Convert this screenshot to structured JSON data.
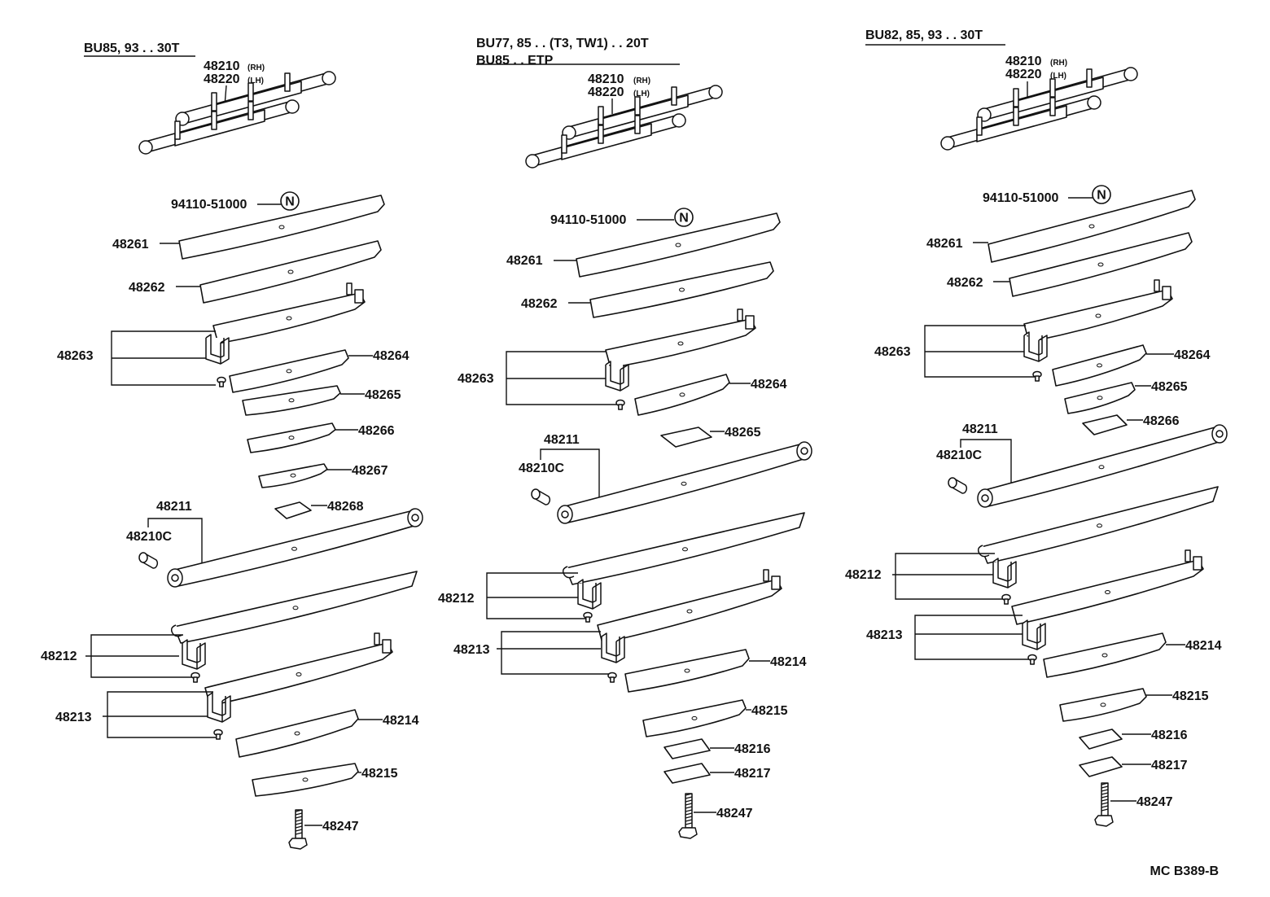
{
  "columns": [
    {
      "header_lines": [
        "BU85, 93 . . 30T"
      ],
      "assembly": {
        "number": "48210",
        "rh": "(RH)",
        "number2": "48220",
        "lh": "(LH)"
      },
      "parts": [
        "94110-51000",
        "48261",
        "48262",
        "48263",
        "48264",
        "48265",
        "48266",
        "48267",
        "48268",
        "48211",
        "48210C",
        "48212",
        "48213",
        "48214",
        "48215",
        "48247"
      ],
      "symbol": "N"
    },
    {
      "header_lines": [
        "BU77, 85 . . (T3, TW1) . . 20T",
        "BU85 . . ETP"
      ],
      "assembly": {
        "number": "48210",
        "rh": "(RH)",
        "number2": "48220",
        "lh": "(LH)"
      },
      "parts": [
        "94110-51000",
        "48261",
        "48262",
        "48263",
        "48264",
        "48265",
        "48211",
        "48210C",
        "48212",
        "48213",
        "48214",
        "48215",
        "48216",
        "48217",
        "48247"
      ],
      "symbol": "N"
    },
    {
      "header_lines": [
        "BU82, 85, 93 . . 30T"
      ],
      "assembly": {
        "number": "48210",
        "rh": "(RH)",
        "number2": "48220",
        "lh": "(LH)"
      },
      "parts": [
        "94110-51000",
        "48261",
        "48262",
        "48263",
        "48264",
        "48265",
        "48266",
        "48211",
        "48210C",
        "48212",
        "48213",
        "48214",
        "48215",
        "48216",
        "48217",
        "48247"
      ],
      "symbol": "N"
    }
  ],
  "diagram_code": "MC B389-B",
  "icons": [
    "leaf-spring-assembly-icon",
    "spring-leaf-icon",
    "spring-clip-icon",
    "rivet-icon",
    "center-bolt-icon",
    "bushing-icon",
    "new-part-symbol-icon"
  ]
}
